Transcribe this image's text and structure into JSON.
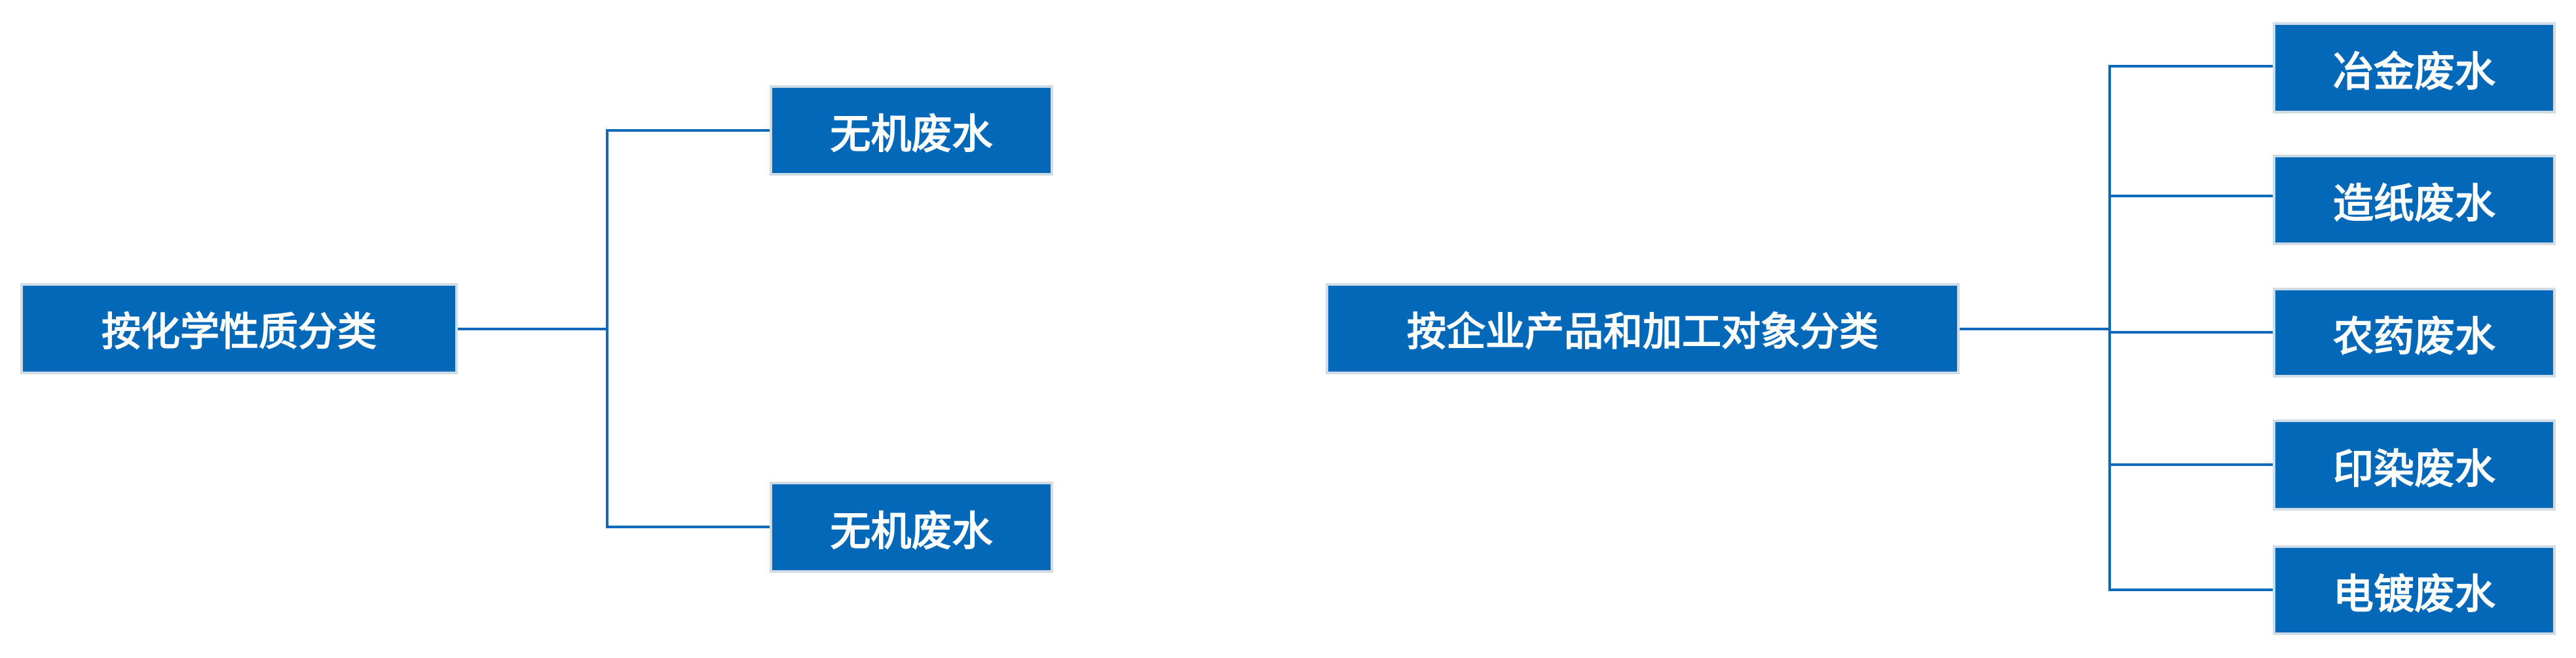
{
  "diagram": {
    "colors": {
      "node_fill": "#0468B8",
      "node_border": "#D0DCE6",
      "node_text": "#FFFFFF",
      "connector": "#0A69BA"
    },
    "tree_left": {
      "root": {
        "label": "按化学性质分类"
      },
      "children": [
        {
          "label": "无机废水"
        },
        {
          "label": "无机废水"
        }
      ]
    },
    "tree_right": {
      "root": {
        "label": "按企业产品和加工对象分类"
      },
      "children": [
        {
          "label": "冶金废水"
        },
        {
          "label": "造纸废水"
        },
        {
          "label": "农药废水"
        },
        {
          "label": "印染废水"
        },
        {
          "label": "电镀废水"
        }
      ]
    }
  }
}
